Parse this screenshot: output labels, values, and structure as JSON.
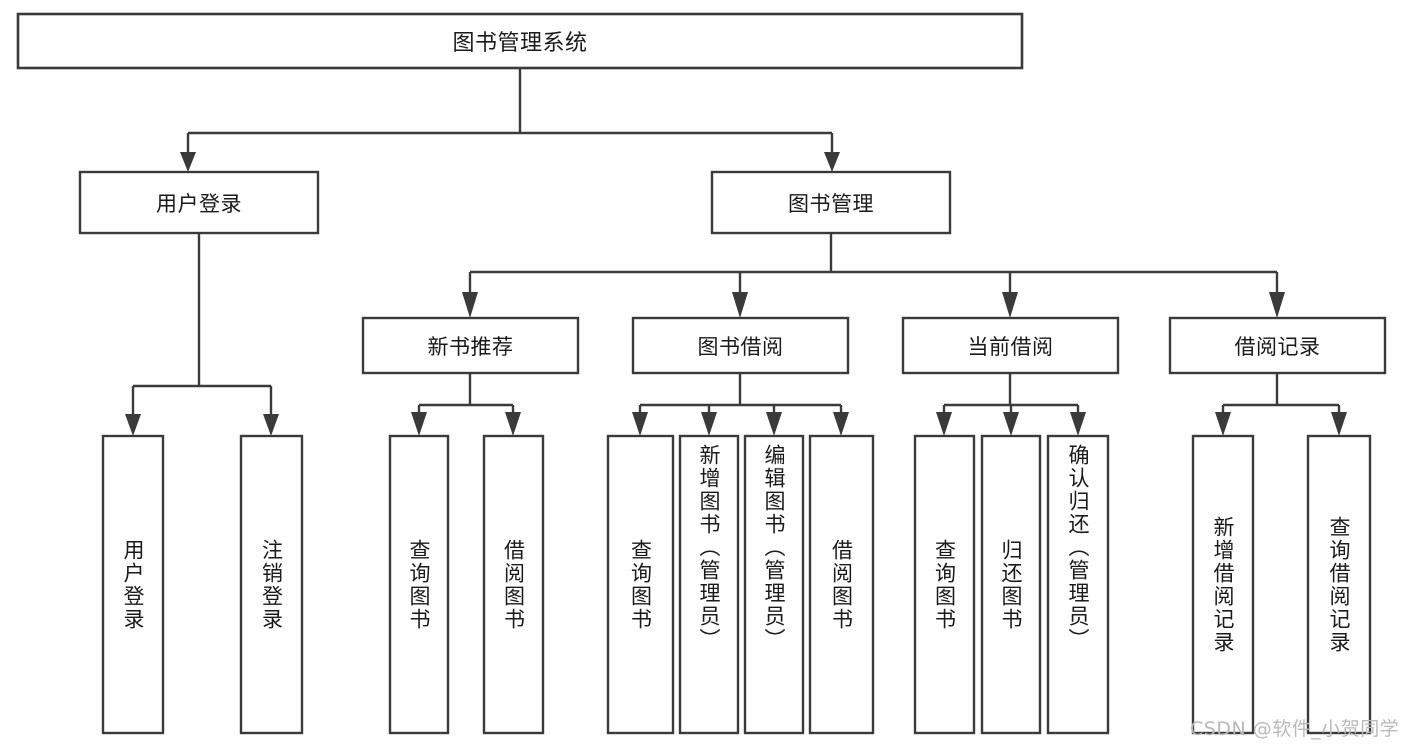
{
  "diagram": {
    "type": "tree",
    "title": "图书管理系统",
    "watermark": "CSDN @软件_小贺同学",
    "colors": {
      "stroke": "#3a3a3a",
      "fill": "#ffffff",
      "text": "#1a1a1a",
      "watermark": "#b9b9b9"
    },
    "levels": {
      "root": {
        "label": "图书管理系统"
      },
      "level1": [
        {
          "id": "user-login",
          "label": "用户登录"
        },
        {
          "id": "book-management",
          "label": "图书管理"
        }
      ],
      "level2": [
        {
          "id": "new-book-recommend",
          "label": "新书推荐",
          "parent": "book-management"
        },
        {
          "id": "book-borrow",
          "label": "图书借阅",
          "parent": "book-management"
        },
        {
          "id": "current-borrow",
          "label": "当前借阅",
          "parent": "book-management"
        },
        {
          "id": "borrow-record",
          "label": "借阅记录",
          "parent": "book-management"
        }
      ],
      "leaves": [
        {
          "id": "leaf-user-login",
          "label": "用户登录",
          "parent": "user-login"
        },
        {
          "id": "leaf-logout",
          "label": "注销登录",
          "parent": "user-login"
        },
        {
          "id": "leaf-query-book-1",
          "label": "查询图书",
          "parent": "new-book-recommend"
        },
        {
          "id": "leaf-borrow-book-1",
          "label": "借阅图书",
          "parent": "new-book-recommend"
        },
        {
          "id": "leaf-query-book-2",
          "label": "查询图书",
          "parent": "book-borrow"
        },
        {
          "id": "leaf-add-book",
          "label": "新增图书（管理员）",
          "parent": "book-borrow"
        },
        {
          "id": "leaf-edit-book",
          "label": "编辑图书（管理员）",
          "parent": "book-borrow"
        },
        {
          "id": "leaf-borrow-book-2",
          "label": "借阅图书",
          "parent": "book-borrow"
        },
        {
          "id": "leaf-query-book-3",
          "label": "查询图书",
          "parent": "current-borrow"
        },
        {
          "id": "leaf-return-book",
          "label": "归还图书",
          "parent": "current-borrow"
        },
        {
          "id": "leaf-confirm-return",
          "label": "确认归还（管理员）",
          "parent": "current-borrow"
        },
        {
          "id": "leaf-add-record",
          "label": "新增借阅记录",
          "parent": "borrow-record"
        },
        {
          "id": "leaf-query-record",
          "label": "查询借阅记录",
          "parent": "borrow-record"
        }
      ]
    }
  }
}
